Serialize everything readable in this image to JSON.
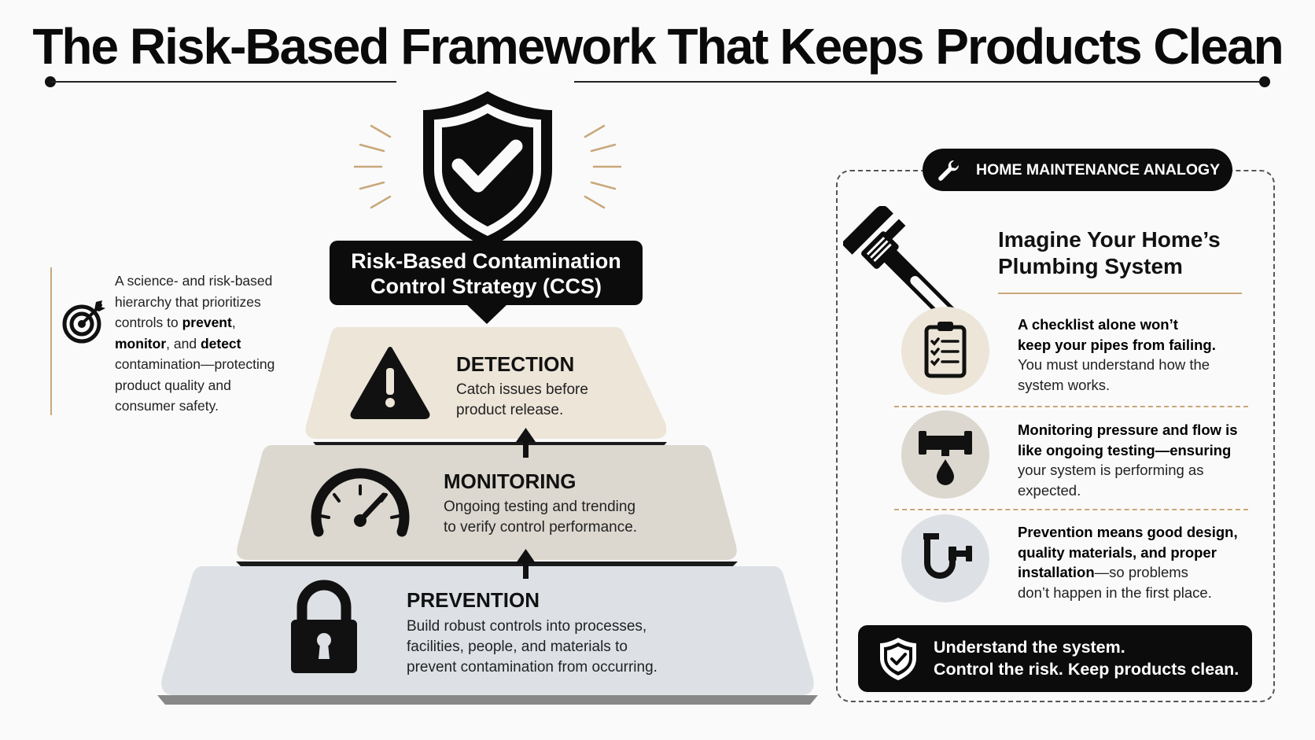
{
  "title": "The Risk-Based Framework That Keeps Products Clean",
  "ccs": {
    "line1": "Risk-Based Contamination",
    "line2": "Control Strategy (CCS)"
  },
  "left_description": {
    "lines": [
      "A science- and risk-based",
      "hierarchy that prioritizes",
      [
        "controls to ",
        "prevent",
        ","
      ],
      [
        "",
        "monitor",
        ", and ",
        "detect"
      ],
      "contamination—protecting",
      "product quality and",
      "consumer safety."
    ]
  },
  "tiers": {
    "detection": {
      "title": "DETECTION",
      "desc1": "Catch issues before",
      "desc2": "product release."
    },
    "monitoring": {
      "title": "MONITORING",
      "desc1": "Ongoing testing and trending",
      "desc2": "to verify control performance."
    },
    "prevention": {
      "title": "PREVENTION",
      "desc1": "Build robust controls into processes,",
      "desc2": "facilities, people, and materials to",
      "desc3": "prevent contamination from occurring."
    }
  },
  "analogy": {
    "badge": "HOME MAINTENANCE ANALOGY",
    "title1": "Imagine Your Home’s",
    "title2": "Plumbing System",
    "items": [
      {
        "b1": "A checklist alone won’t",
        "b2": "keep your pipes from failing.",
        "t1": "You must understand how the",
        "t2": "system works."
      },
      {
        "b1": "Monitoring pressure and flow is",
        "b2": "like ongoing testing—ensuring",
        "t1": "your system is performing as",
        "t2": "expected."
      },
      {
        "b1": "Prevention means good design,",
        "b2": "quality materials, and proper",
        "b3": "installation",
        "t0": "—so problems",
        "t2": "don’t happen in the first place."
      }
    ],
    "bottom1": "Understand the system.",
    "bottom2": "Control the risk. Keep products clean."
  },
  "colors": {
    "detection_fill": "#ece5d8",
    "monitoring_fill": "#dcd8cf",
    "prevention_fill": "#dde1e6",
    "accent_tan": "#c9a77a",
    "dark": "#0c0c0c"
  }
}
